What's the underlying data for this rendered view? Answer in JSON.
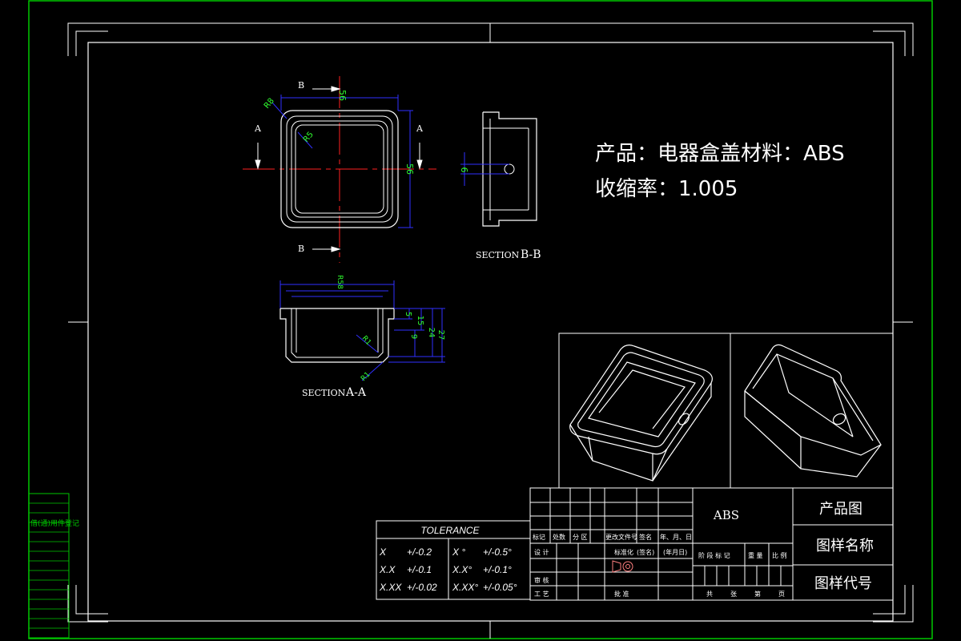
{
  "colors": {
    "background": "#000000",
    "frame_green": "#00c800",
    "line_white": "#ffffff",
    "dim_blue": "#3030ff",
    "center_red": "#ff2020",
    "dim_text_green": "#30ff30"
  },
  "notes": {
    "line1": "产品：电器盒盖材料：ABS",
    "line2": "收缩率：1.005"
  },
  "views": {
    "top": {
      "dim_top": "56",
      "dim_right": "56",
      "dim_r_outer": "R8",
      "dim_r_inner": "R5",
      "label_b_top": "B",
      "label_b_bottom": "B",
      "label_a_left": "A",
      "label_a_right": "A"
    },
    "section_bb": {
      "title_small": "SECTION",
      "title_big": "B-B",
      "dim_hole": "6"
    },
    "section_aa": {
      "title_small": "SECTION",
      "title_big": "A-A",
      "dim_widths": "R58",
      "dim_5": "5",
      "dim_15": "15",
      "dim_9": "9",
      "dim_24": "24",
      "dim_27": "27",
      "dim_r1": "R1",
      "dim_r2": "R1"
    }
  },
  "tolerance": {
    "title": "TOLERANCE",
    "rows": [
      [
        "X",
        "+/-0.2",
        "X °",
        "+/-0.5°"
      ],
      [
        "X.X",
        "+/-0.1",
        "X.X°",
        "+/-0.1°"
      ],
      [
        "X.XX",
        "+/-0.02",
        "X.XX°",
        "+/-0.05°"
      ]
    ]
  },
  "title_block": {
    "material": "ABS",
    "product_drawing": "产品图",
    "drawing_name": "图样名称",
    "drawing_code": "图样代号",
    "row_headers": [
      "标记",
      "处数",
      "分 区",
      "更改文件号",
      "签名",
      "年、月、日"
    ],
    "design": "设 计",
    "standardization": "标准化",
    "signature": "(签名)",
    "date": "(年月日)",
    "review": "审 核",
    "process": "工 艺",
    "approve": "批 准",
    "stage_headers": [
      "阶 段 标 记",
      "重 量",
      "比 例"
    ],
    "sheet_text": [
      "共",
      "张",
      "第",
      "页"
    ]
  },
  "side_strip": {
    "label": "借(通)用件登记"
  }
}
